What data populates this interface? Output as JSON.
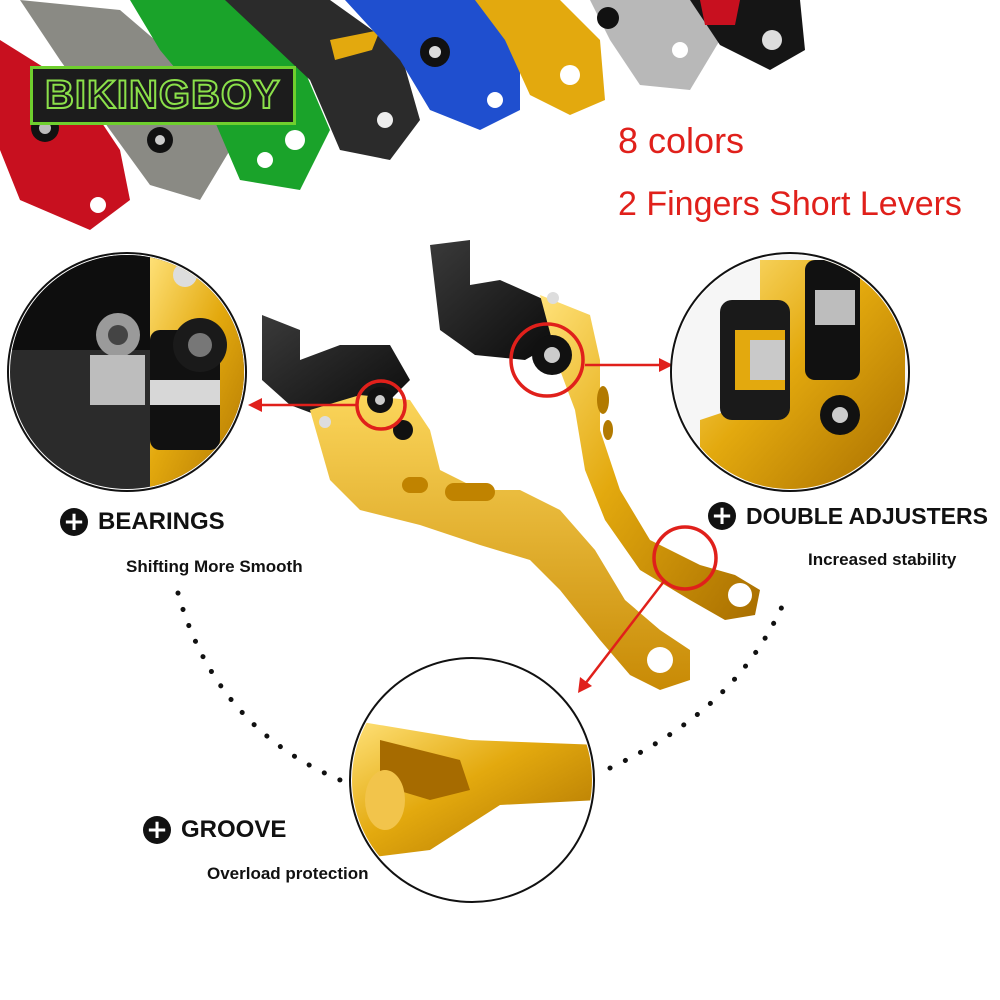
{
  "brand": {
    "logo_text": "BIKINGBOY"
  },
  "promo": {
    "line1": "8 colors",
    "line2": "2 Fingers Short Levers"
  },
  "features": [
    {
      "title": "BEARINGS",
      "subtitle": "Shifting More Smooth"
    },
    {
      "title": "DOUBLE ADJUSTERS",
      "subtitle": "Increased stability"
    },
    {
      "title": "GROOVE",
      "subtitle": "Overload protection"
    }
  ],
  "icons": {
    "feature_marker": "plus-circle-icon",
    "callout_arrow": "arrow-icon"
  },
  "colors": {
    "accent_red": "#e0201b",
    "lever_gold": "#e3a90e",
    "lever_colors": [
      "#c8101f",
      "#8a8a84",
      "#1aa32a",
      "#2b2b2b",
      "#1f4fcf",
      "#e3a90e",
      "#b8b8b8",
      "#151515"
    ]
  }
}
